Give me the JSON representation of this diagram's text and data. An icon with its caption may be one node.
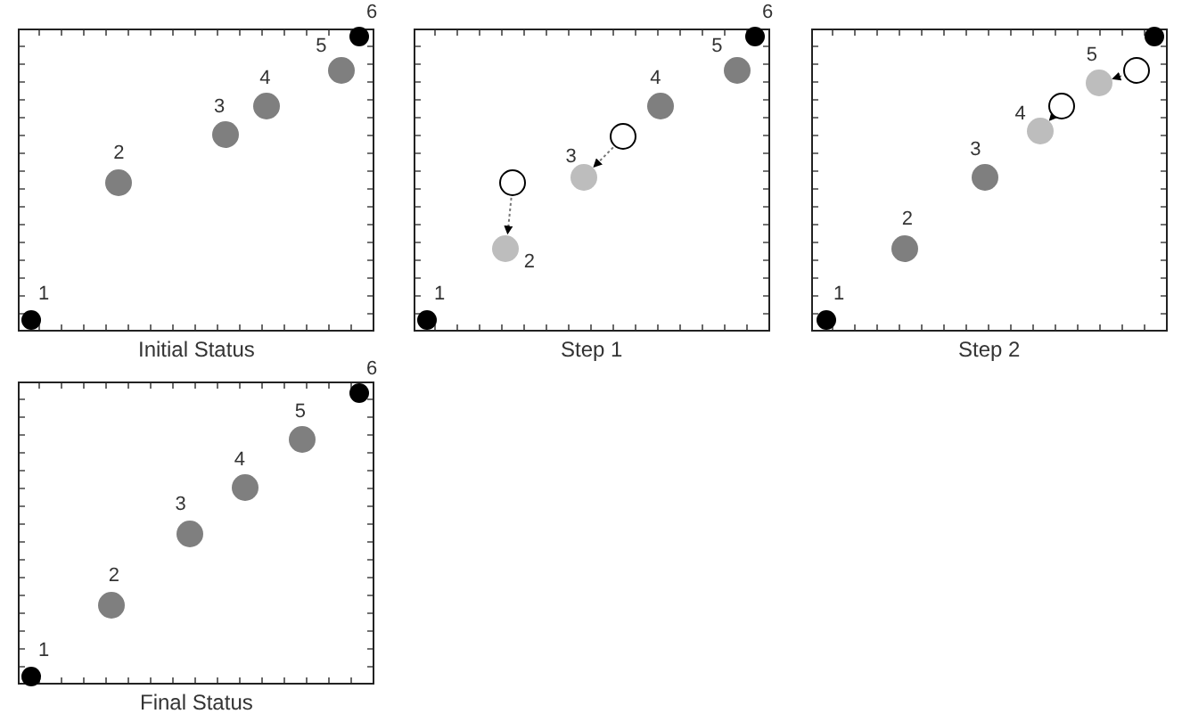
{
  "diagram": {
    "nodes": [
      {
        "text": [
          "Initial Status"
        ]
      },
      {
        "text": [],
        "shape": "circle",
        "in": 0,
        "beside": [
          "1"
        ]
      },
      {
        "text": [],
        "shape": "circle",
        "in": 0,
        "beside": [
          "2"
        ]
      },
      {
        "text": [],
        "shape": "circle",
        "in": 0,
        "beside": [
          "3"
        ]
      },
      {
        "text": [],
        "shape": "circle",
        "in": 0,
        "beside": [
          "4"
        ]
      },
      {
        "text": [],
        "shape": "circle",
        "in": 0,
        "beside": [
          "5"
        ]
      },
      {
        "text": [],
        "shape": "circle",
        "in": 0,
        "beside": [
          "6"
        ]
      },
      {
        "text": [
          "Step 1"
        ]
      },
      {
        "text": [],
        "shape": "circle",
        "in": 7,
        "beside": [
          "1"
        ]
      },
      {
        "text": [],
        "shape": "circle",
        "in": 7
      },
      {
        "text": [],
        "shape": "circle",
        "in": 7,
        "beside": [
          "2"
        ]
      },
      {
        "text": [],
        "shape": "circle",
        "in": 7
      },
      {
        "text": [],
        "shape": "circle",
        "in": 7,
        "beside": [
          "3"
        ]
      },
      {
        "text": [],
        "shape": "circle",
        "in": 7,
        "beside": [
          "4"
        ]
      },
      {
        "text": [],
        "shape": "circle",
        "in": 7,
        "beside": [
          "5"
        ]
      },
      {
        "text": [],
        "shape": "circle",
        "in": 7,
        "beside": [
          "6"
        ]
      },
      {
        "text": [
          "Step 2"
        ]
      },
      {
        "text": [],
        "shape": "circle",
        "in": 16,
        "beside": [
          "1"
        ]
      },
      {
        "text": [],
        "shape": "circle",
        "in": 16,
        "beside": [
          "2"
        ]
      },
      {
        "text": [],
        "shape": "circle",
        "in": 16,
        "beside": [
          "3"
        ]
      },
      {
        "text": [],
        "shape": "circle",
        "in": 16
      },
      {
        "text": [],
        "shape": "circle",
        "in": 16,
        "beside": [
          "4"
        ]
      },
      {
        "text": [],
        "shape": "circle",
        "in": 16
      },
      {
        "text": [],
        "shape": "circle",
        "in": 16,
        "beside": [
          "5"
        ]
      },
      {
        "text": [],
        "shape": "circle",
        "in": 16
      },
      {
        "text": [
          "Final Status"
        ]
      },
      {
        "text": [],
        "shape": "circle",
        "in": 25,
        "beside": [
          "1"
        ]
      },
      {
        "text": [],
        "shape": "circle",
        "in": 25,
        "beside": [
          "2"
        ]
      },
      {
        "text": [],
        "shape": "circle",
        "in": 25,
        "beside": [
          "3"
        ]
      },
      {
        "text": [],
        "shape": "circle",
        "in": 25,
        "beside": [
          "4"
        ]
      },
      {
        "text": [],
        "shape": "circle",
        "in": 25,
        "beside": [
          "5"
        ]
      },
      {
        "text": [],
        "shape": "circle",
        "in": 25,
        "beside": [
          "6"
        ]
      }
    ],
    "edges": [
      {
        "from": 9,
        "to": 10,
        "arrow": "to",
        "style": "dashed"
      },
      {
        "from": 11,
        "to": 12,
        "arrow": "to",
        "style": "dashed"
      },
      {
        "from": 20,
        "to": 21,
        "arrow": "to",
        "style": "dashed"
      },
      {
        "from": 22,
        "to": 23,
        "arrow": "to",
        "style": "dashed"
      }
    ]
  }
}
